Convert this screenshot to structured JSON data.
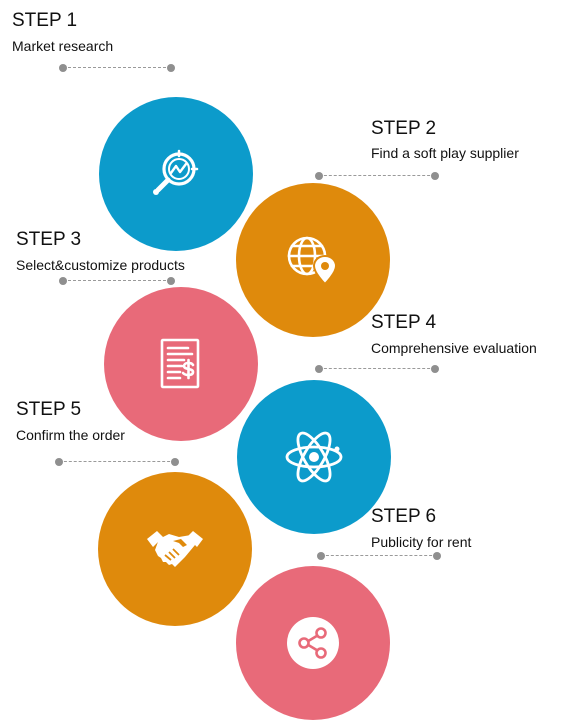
{
  "colors": {
    "blue": "#0c9bcb",
    "orange": "#df8a0c",
    "pink": "#e86a79",
    "icon": "#ffffff"
  },
  "steps": [
    {
      "title": "STEP 1",
      "desc": "Market research",
      "icon": "magnifier-chart-icon",
      "color": "#0c9bcb"
    },
    {
      "title": "STEP 2",
      "desc": "Find a soft play supplier",
      "icon": "globe-location-icon",
      "color": "#df8a0c"
    },
    {
      "title": "STEP 3",
      "desc": "Select&customize products",
      "icon": "invoice-dollar-icon",
      "color": "#e86a79"
    },
    {
      "title": "STEP 4",
      "desc": "Comprehensive evaluation",
      "icon": "atom-icon",
      "color": "#0c9bcb"
    },
    {
      "title": "STEP 5",
      "desc": "Confirm the order",
      "icon": "handshake-icon",
      "color": "#df8a0c"
    },
    {
      "title": "STEP 6",
      "desc": "Publicity for rent",
      "icon": "share-icon",
      "color": "#e86a79"
    }
  ]
}
